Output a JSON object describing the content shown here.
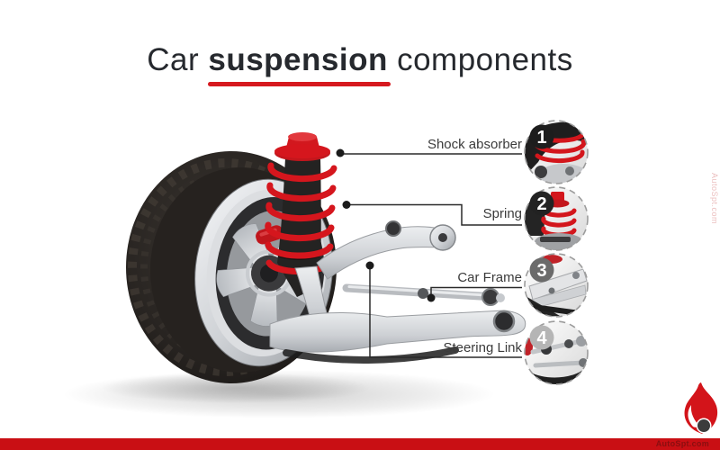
{
  "title": {
    "prefix": "Car ",
    "highlight": "suspension",
    "suffix": " components"
  },
  "callouts": [
    {
      "number": "1",
      "label": "Shock absorber"
    },
    {
      "number": "2",
      "label": "Spring"
    },
    {
      "number": "3",
      "label": "Car Frame"
    },
    {
      "number": "4",
      "label": "Steering Link"
    }
  ],
  "branding": {
    "bar_text": "AutoSpt.com",
    "side_text": "AutoSpt.com"
  },
  "colors": {
    "accent_red": "#d6191f",
    "spring_red": "#d3161c",
    "title_text": "#26292e",
    "label_text": "#3b3b3b",
    "badge_1": "#1d1d1d",
    "badge_2": "#222222",
    "badge_3": "#6b6b6b",
    "badge_4": "#b5b5b5",
    "bottom_bar": "#c90f14"
  }
}
